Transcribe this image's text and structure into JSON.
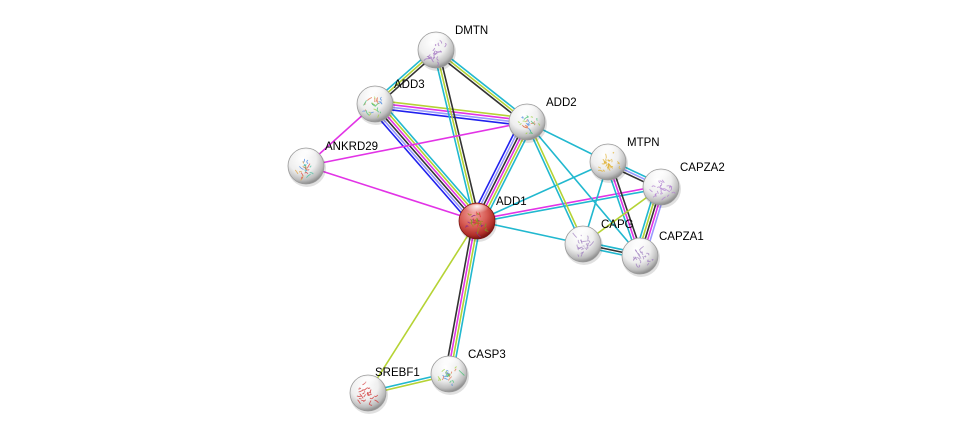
{
  "diagram": {
    "type": "protein-interaction-network",
    "query_protein": "ADD1",
    "evidence_colors": {
      "database": "#21b8cf",
      "textmining": "#b5d334",
      "experiments": "#e233e6",
      "coexpression": "#333333",
      "homology": "#9999ff",
      "gene_fusion": "#2020ee"
    },
    "nodes": [
      {
        "id": "ADD1",
        "label": "ADD1",
        "query": true,
        "color": "#cc3b3b",
        "structure_colors": [
          "#8a2b8a",
          "#e23a3a",
          "#a08a1a",
          "#7a9a20"
        ]
      },
      {
        "id": "DMTN",
        "label": "DMTN",
        "query": false,
        "color": "#ececec",
        "structure_colors": [
          "#a070c0"
        ]
      },
      {
        "id": "ADD3",
        "label": "ADD3",
        "query": false,
        "color": "#ececec",
        "structure_colors": [
          "#4a8ae0",
          "#e0704a",
          "#40c070",
          "#a0d040"
        ]
      },
      {
        "id": "ADD2",
        "label": "ADD2",
        "query": false,
        "color": "#ececec",
        "structure_colors": [
          "#4a8ae0",
          "#e0704a",
          "#40c070",
          "#a0d040"
        ]
      },
      {
        "id": "ANKRD29",
        "label": "ANKRD29",
        "query": false,
        "color": "#ececec",
        "structure_colors": [
          "#e04040",
          "#e0a040",
          "#40c0a0",
          "#4080e0"
        ]
      },
      {
        "id": "MTPN",
        "label": "MTPN",
        "query": false,
        "color": "#ececec",
        "structure_colors": [
          "#e0b030"
        ]
      },
      {
        "id": "CAPZA2",
        "label": "CAPZA2",
        "query": false,
        "color": "#ececec",
        "structure_colors": [
          "#b080d0"
        ]
      },
      {
        "id": "CAPG",
        "label": "CAPG",
        "query": false,
        "color": "#ececec",
        "structure_colors": [
          "#a080c0"
        ]
      },
      {
        "id": "CAPZA1",
        "label": "CAPZA1",
        "query": false,
        "color": "#ececec",
        "structure_colors": [
          "#a080c0"
        ]
      },
      {
        "id": "CASP3",
        "label": "CASP3",
        "query": false,
        "color": "#ececec",
        "structure_colors": [
          "#4a8ae0",
          "#e0704a",
          "#40c070",
          "#a0d040"
        ]
      },
      {
        "id": "SREBF1",
        "label": "SREBF1",
        "query": false,
        "color": "#ececec",
        "structure_colors": [
          "#d03030"
        ]
      }
    ],
    "edges": [
      {
        "source": "ADD3",
        "target": "ADD1",
        "evidence": [
          "database",
          "textmining",
          "experiments",
          "coexpression",
          "homology",
          "gene_fusion"
        ]
      },
      {
        "source": "ADD2",
        "target": "ADD1",
        "evidence": [
          "database",
          "textmining",
          "experiments",
          "coexpression",
          "homology",
          "gene_fusion"
        ]
      },
      {
        "source": "ADD3",
        "target": "ADD2",
        "evidence": [
          "textmining",
          "experiments",
          "homology",
          "gene_fusion"
        ]
      },
      {
        "source": "DMTN",
        "target": "ADD1",
        "evidence": [
          "coexpression",
          "textmining",
          "database"
        ]
      },
      {
        "source": "DMTN",
        "target": "ADD2",
        "evidence": [
          "database",
          "textmining",
          "coexpression"
        ]
      },
      {
        "source": "DMTN",
        "target": "ADD3",
        "evidence": [
          "coexpression",
          "textmining",
          "database"
        ]
      },
      {
        "source": "ANKRD29",
        "target": "ADD3",
        "evidence": [
          "experiments"
        ]
      },
      {
        "source": "ANKRD29",
        "target": "ADD2",
        "evidence": [
          "experiments"
        ]
      },
      {
        "source": "ANKRD29",
        "target": "ADD1",
        "evidence": [
          "experiments"
        ]
      },
      {
        "source": "ADD1",
        "target": "CASP3",
        "evidence": [
          "database",
          "textmining",
          "experiments",
          "coexpression"
        ]
      },
      {
        "source": "ADD1",
        "target": "SREBF1",
        "evidence": [
          "textmining"
        ]
      },
      {
        "source": "SREBF1",
        "target": "CASP3",
        "evidence": [
          "database",
          "textmining"
        ]
      },
      {
        "source": "ADD1",
        "target": "MTPN",
        "evidence": [
          "database"
        ]
      },
      {
        "source": "ADD1",
        "target": "CAPZA2",
        "evidence": [
          "experiments",
          "database"
        ]
      },
      {
        "source": "ADD1",
        "target": "CAPG",
        "evidence": [
          "database"
        ]
      },
      {
        "source": "ADD2",
        "target": "MTPN",
        "evidence": [
          "database"
        ]
      },
      {
        "source": "ADD2",
        "target": "CAPG",
        "evidence": [
          "textmining",
          "database"
        ]
      },
      {
        "source": "ADD2",
        "target": "CAPZA1",
        "evidence": [
          "database"
        ]
      },
      {
        "source": "MTPN",
        "target": "CAPZA2",
        "evidence": [
          "database",
          "homology",
          "coexpression"
        ]
      },
      {
        "source": "MTPN",
        "target": "CAPZA1",
        "evidence": [
          "coexpression",
          "experiments",
          "database"
        ]
      },
      {
        "source": "MTPN",
        "target": "CAPG",
        "evidence": [
          "database"
        ]
      },
      {
        "source": "CAPZA2",
        "target": "CAPZA1",
        "evidence": [
          "homology",
          "experiments",
          "coexpression",
          "textmining",
          "database"
        ]
      },
      {
        "source": "CAPZA2",
        "target": "CAPG",
        "evidence": [
          "textmining"
        ]
      },
      {
        "source": "CAPG",
        "target": "CAPZA1",
        "evidence": [
          "database",
          "coexpression",
          "database"
        ]
      }
    ]
  }
}
